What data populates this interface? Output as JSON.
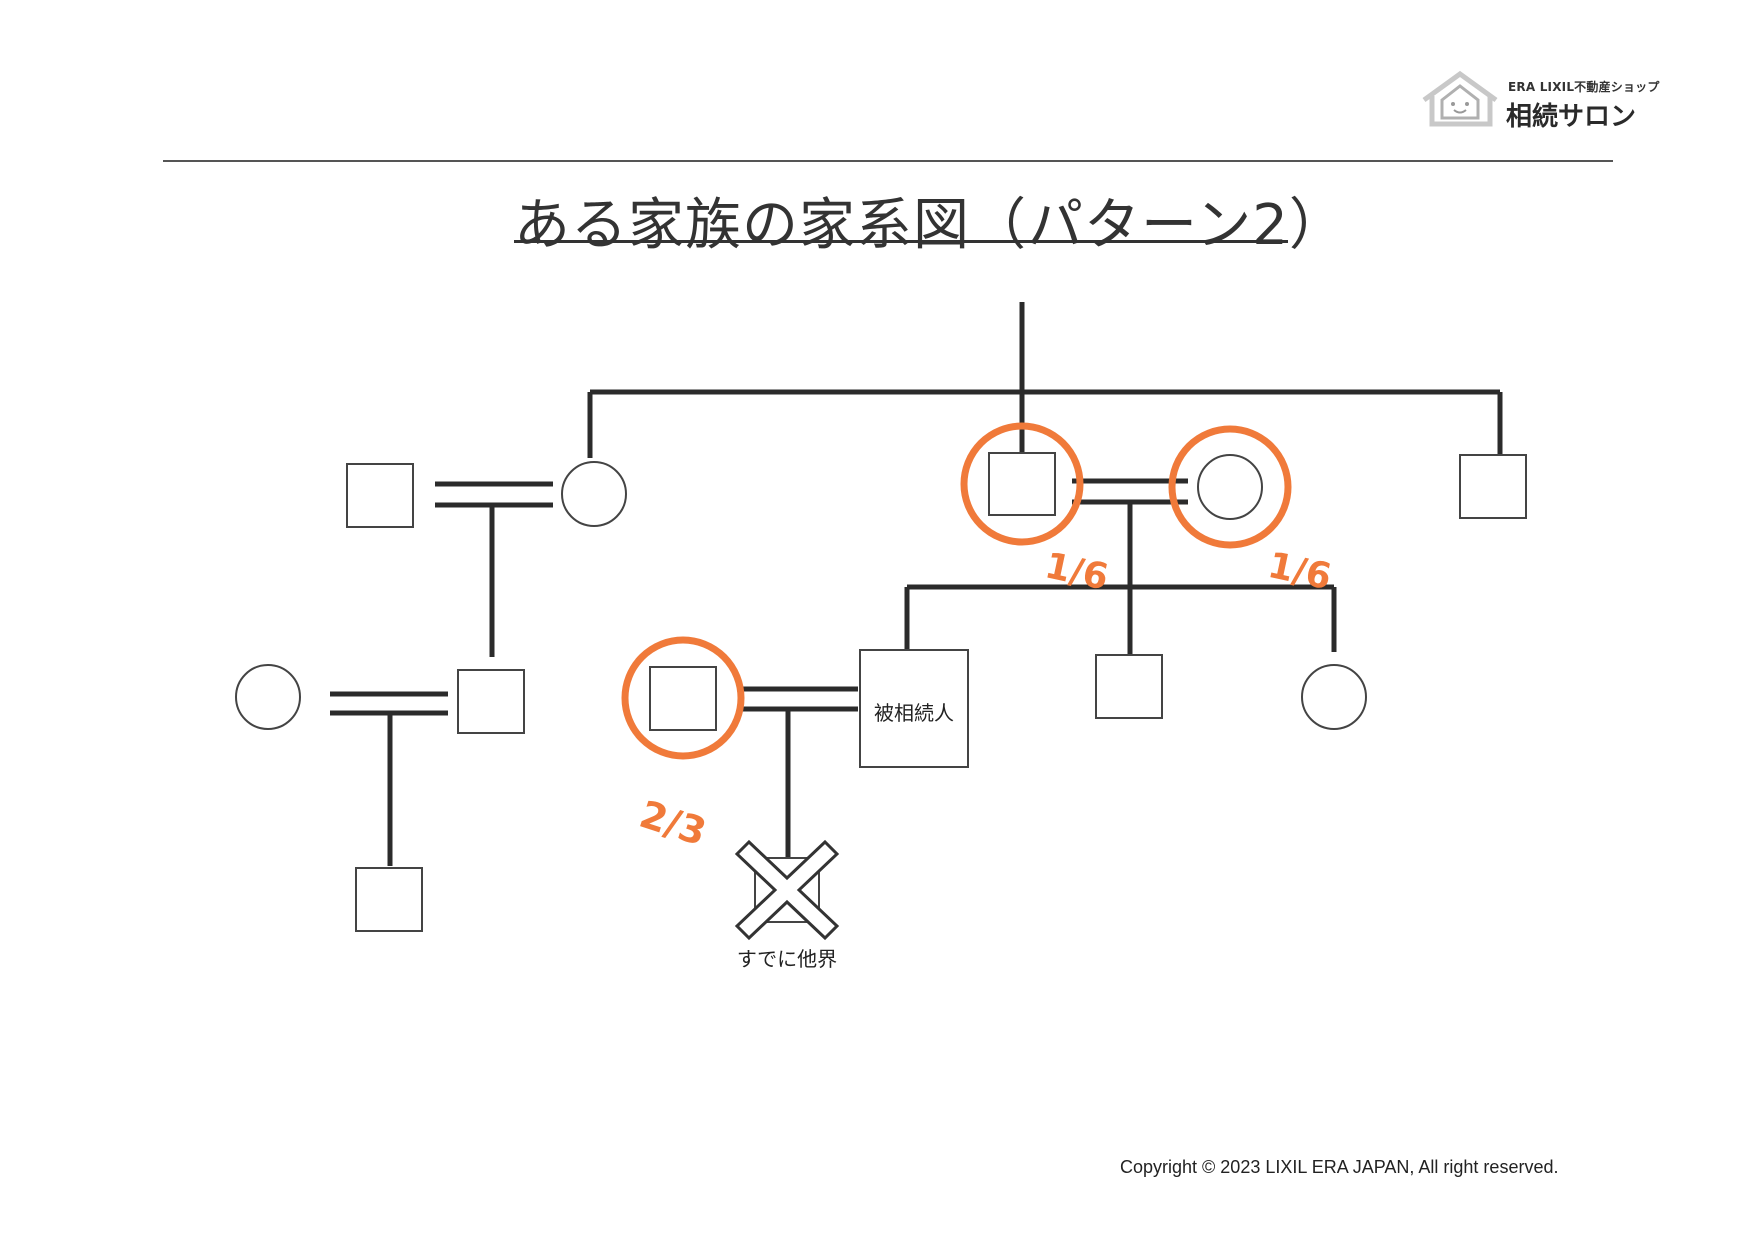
{
  "logo": {
    "brand_line": "ERA LIXIL不動産ショップ",
    "name": "相続サロン",
    "icon": "house-face-icon"
  },
  "title": "ある家族の家系図（パターン2）",
  "nodes": {
    "decedent_label": "被相続人",
    "deceased_child_label": "すでに他界"
  },
  "shares": {
    "father": "1/6",
    "mother": "1/6",
    "spouse": "2/3"
  },
  "colors": {
    "line": "#2b2b2b",
    "heir_highlight": "#f07a3a",
    "deceased_mark": "#cfcfcf"
  },
  "copyright": "Copyright © 2023 LIXIL ERA JAPAN, All right reserved."
}
